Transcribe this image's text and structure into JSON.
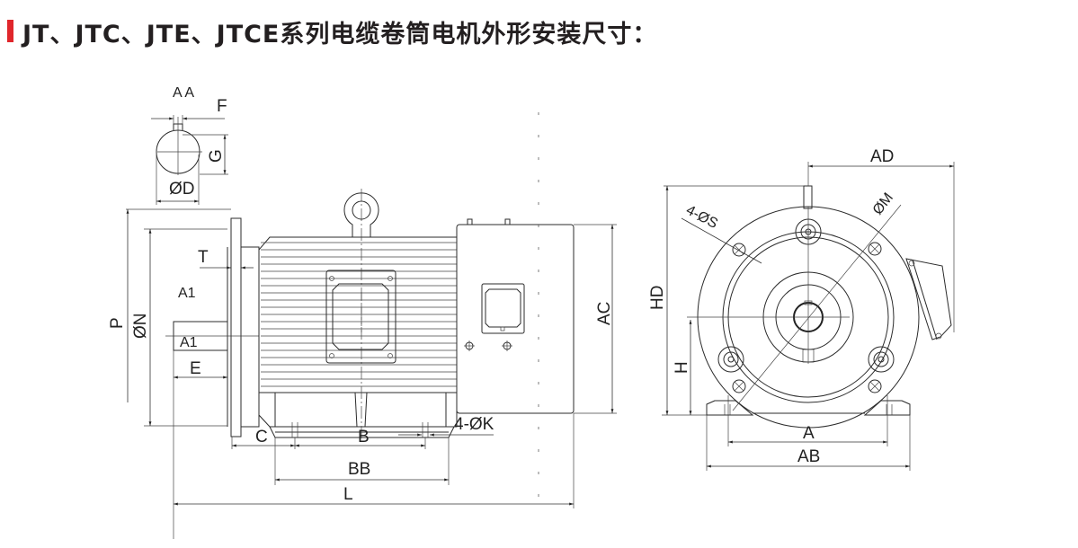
{
  "title": {
    "accent_color": "#e0262b",
    "text": "JT、JTC、JTE、JTCE系列电缆卷筒电机外形安装尺寸："
  },
  "side_view": {
    "section_label": "A A",
    "F": "F",
    "G": "G",
    "D": "ØD",
    "P": "P",
    "N": "ØN",
    "T": "T",
    "A1_top": "A1",
    "A1_bottom": "A1",
    "E": "E",
    "C": "C",
    "B": "B",
    "K": "4-ØK",
    "BB": "BB",
    "L": "L",
    "AC": "AC"
  },
  "front_view": {
    "AD": "AD",
    "HD": "HD",
    "H": "H",
    "S": "4-ØS",
    "M": "ØM",
    "A": "A",
    "AB": "AB"
  }
}
